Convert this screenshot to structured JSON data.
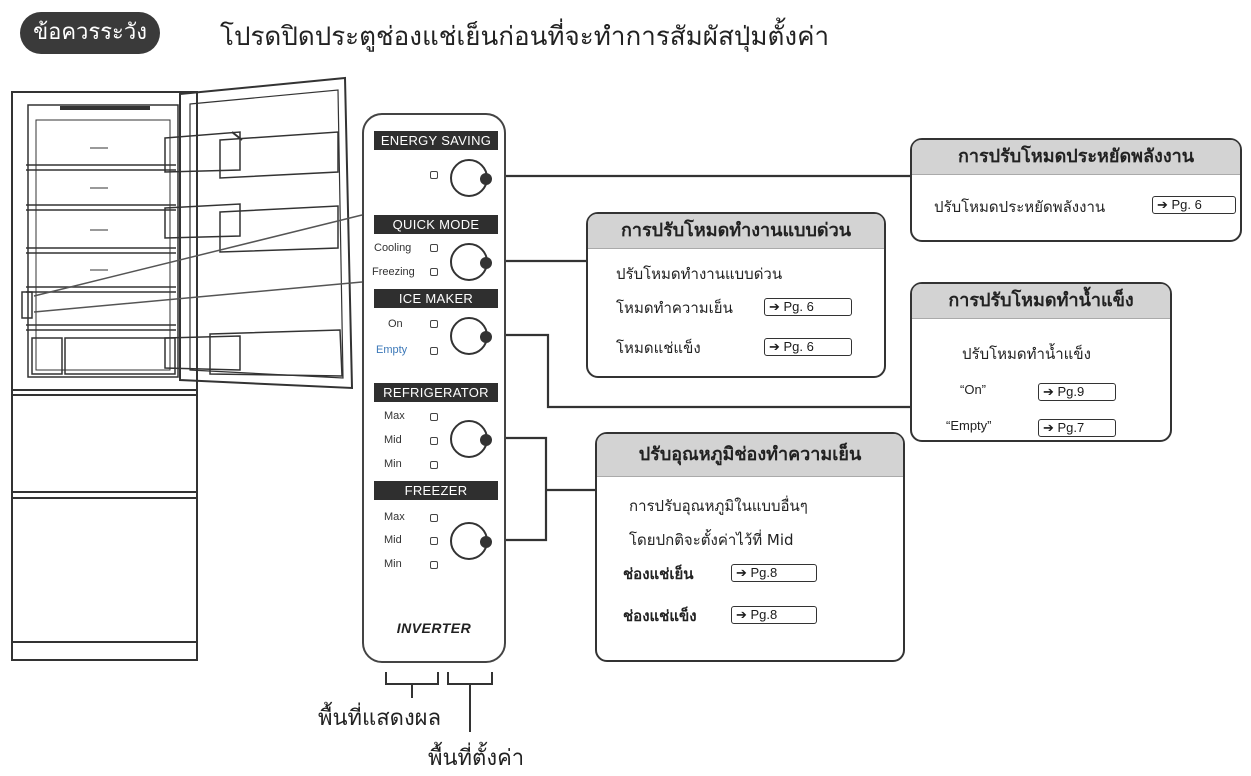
{
  "header": {
    "caution_badge": "ข้อควรระวัง",
    "caution_text": "โปรดปิดประตูช่องแช่เย็นก่อนที่จะทำการสัมผัสปุ่มตั้งค่า"
  },
  "panel": {
    "energy_saving": "ENERGY SAVING",
    "quick_mode": "QUICK MODE",
    "cooling": "Cooling",
    "freezing": "Freezing",
    "ice_maker": "ICE MAKER",
    "on": "On",
    "empty": "Empty",
    "refrigerator": "REFRIGERATOR",
    "max": "Max",
    "mid": "Mid",
    "min": "Min",
    "freezer": "FREEZER",
    "brand": "INVERTER"
  },
  "boxes": {
    "energy": {
      "title": "การปรับโหมดประหยัดพลังงาน",
      "line1": "ปรับโหมดประหยัดพลังงาน",
      "pg1": "Pg. 6"
    },
    "quick": {
      "title": "การปรับโหมดทำงานแบบด่วน",
      "line0": "ปรับโหมดทำงานแบบด่วน",
      "line1": "โหมดทำความเย็น",
      "pg1": "Pg. 6",
      "line2": "โหมดแช่แข็ง",
      "pg2": "Pg. 6"
    },
    "ice": {
      "title": "การปรับโหมดทำน้ำแข็ง",
      "line0": "ปรับโหมดทำน้ำแข็ง",
      "line1": "“On”",
      "pg1": "Pg.9",
      "line2": "“Empty”",
      "pg2": "Pg.7"
    },
    "temp": {
      "title": "ปรับอุณหภูมิช่องทำความเย็น",
      "line0": "การปรับอุณหภูมิในแบบอื่นๆ",
      "line1": "โดยปกติจะตั้งค่าไว้ที่  Mid",
      "line2": "ช่องแช่เย็น",
      "pg2": "Pg.8",
      "line3": "ช่องแช่แข็ง",
      "pg3": "Pg.8"
    }
  },
  "areas": {
    "display": "พื้นที่แสดงผล",
    "setting": "พื้นที่ตั้งค่า"
  }
}
